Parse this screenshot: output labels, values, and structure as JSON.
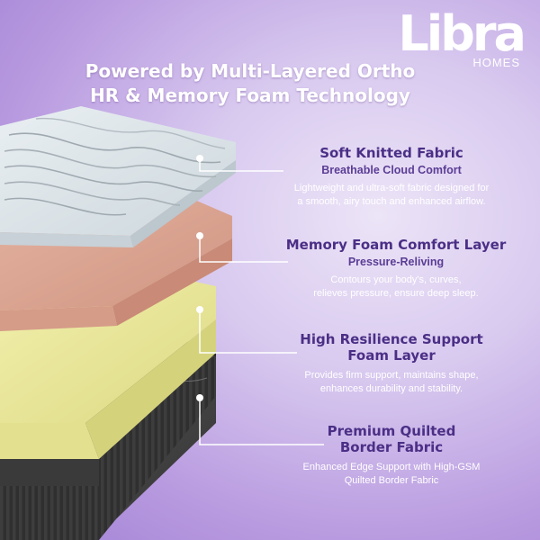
{
  "brand": {
    "name": "Libra",
    "sub": "HOMES"
  },
  "headline": {
    "line1": "Powered by Multi-Layered Ortho",
    "line2": "HR & Memory Foam Technology"
  },
  "features": [
    {
      "title_lines": [
        "Soft Knitted Fabric"
      ],
      "subtitle": "Breathable Cloud Comfort",
      "desc_lines": [
        "Lightweight and ultra-soft fabric designed for",
        "a smooth, airy touch and enhanced airflow."
      ]
    },
    {
      "title_lines": [
        "Memory Foam Comfort Layer"
      ],
      "subtitle": "Pressure-Reliving",
      "desc_lines": [
        "Contours  your body's, curves,",
        "relieves pressure, ensure deep sleep."
      ]
    },
    {
      "title_lines": [
        "High Resilience Support",
        "Foam Layer"
      ],
      "subtitle": "",
      "desc_lines": [
        "Provides firm support, maintains shape,",
        "enhances durability and stability."
      ]
    },
    {
      "title_lines": [
        "Premium Quilted",
        "Border Fabric"
      ],
      "subtitle": "",
      "desc_lines": [
        "Enhanced Edge Support with High-GSM",
        "Quilted Border Fabric"
      ]
    }
  ],
  "colors": {
    "title": "#4b2f86",
    "knit": "#dfe7ec",
    "memory_foam": "#dca592",
    "hr_foam": "#ecea9c",
    "border_fabric": "#4a4a4a",
    "connector": "#ffffff"
  }
}
